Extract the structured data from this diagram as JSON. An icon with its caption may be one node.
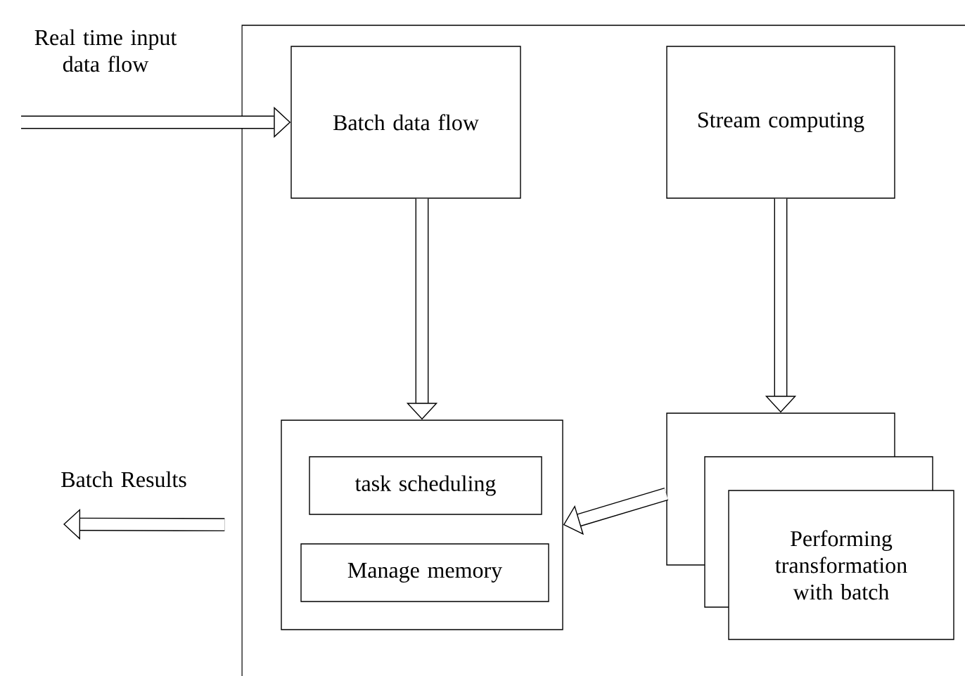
{
  "diagram": {
    "nodes": [
      {
        "text": [
          "Batch data flow"
        ]
      },
      {
        "text": [
          "Stream computing"
        ]
      },
      {
        "text": [],
        "shape": "box"
      },
      {
        "text": [
          "task scheduling"
        ],
        "in": 2
      },
      {
        "text": [
          "Manage memory"
        ],
        "in": 2
      },
      {
        "text": [],
        "shape": "box"
      },
      {
        "text": [],
        "shape": "box"
      },
      {
        "text": [
          "Performing transformation with batch"
        ]
      }
    ],
    "edges": [
      {
        "from": null,
        "to": 0,
        "arrow": "to"
      },
      {
        "from": 0,
        "to": 2,
        "arrow": "to"
      },
      {
        "from": 1,
        "to": 5,
        "arrow": "to"
      },
      {
        "from": 5,
        "to": 2,
        "arrow": "to"
      },
      {
        "from": 2,
        "to": null,
        "arrow": "to"
      }
    ],
    "labels": [
      "Real time input data flow",
      "Batch Results"
    ]
  }
}
